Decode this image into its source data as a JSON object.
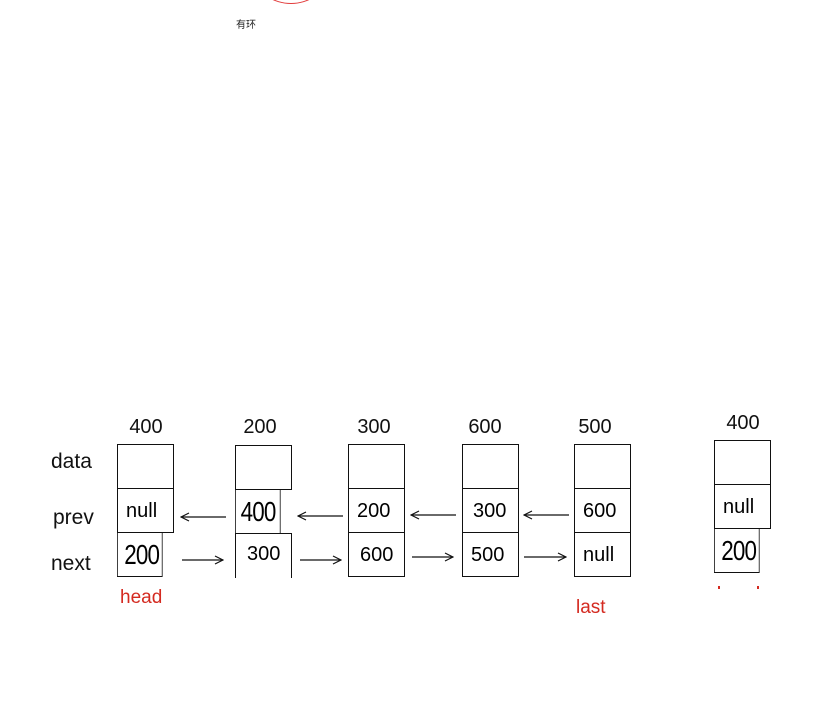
{
  "note": "有环",
  "labels": {
    "data": "data",
    "prev": "prev",
    "next": "next"
  },
  "nodes": [
    {
      "addr": "400",
      "data": "",
      "prev": "null",
      "next": "200"
    },
    {
      "addr": "200",
      "data": "",
      "prev": "400",
      "next": "300"
    },
    {
      "addr": "300",
      "data": "",
      "prev": "200",
      "next": "600"
    },
    {
      "addr": "600",
      "data": "",
      "prev": "300",
      "next": "500"
    },
    {
      "addr": "500",
      "data": "",
      "prev": "600",
      "next": "null"
    }
  ],
  "extra_node": {
    "addr": "400",
    "data": "",
    "prev": "null",
    "next": "200"
  },
  "head_label": "head",
  "last_label": "last",
  "colors": {
    "accent": "#d42a20",
    "stroke": "#111111"
  }
}
